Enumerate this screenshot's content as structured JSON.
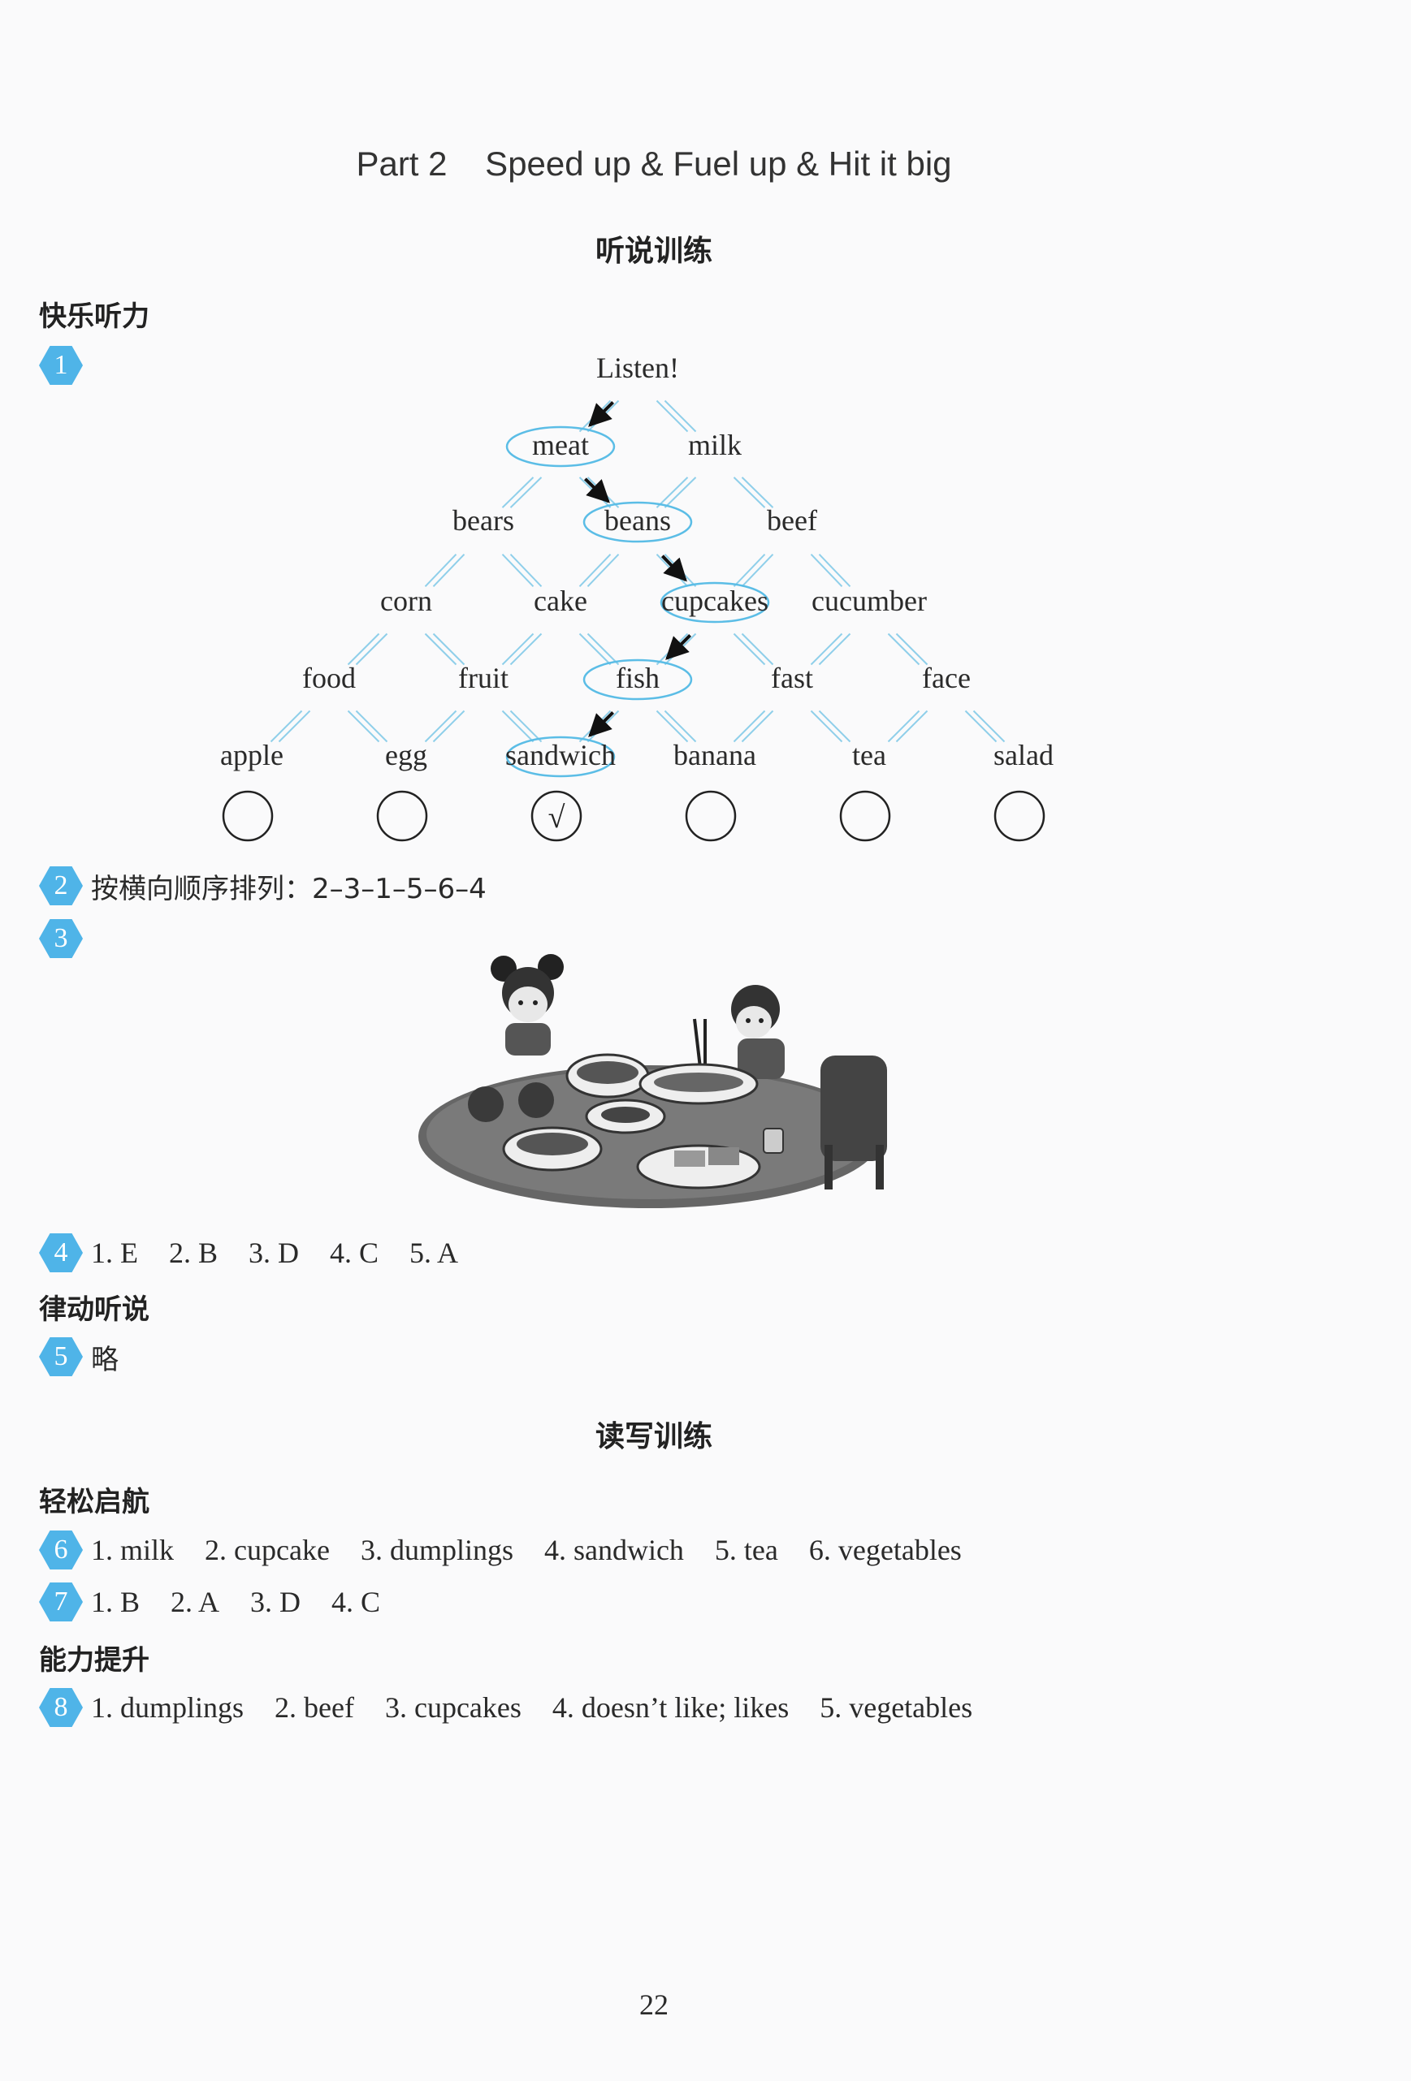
{
  "header": {
    "title": "Part 2    Speed up & Fuel up & Hit it big"
  },
  "listening": {
    "section_title": "听说训练",
    "subheading_happy": "快乐听力",
    "q1_num": "1",
    "q1_pyramid": {
      "start": "Listen!",
      "rows": [
        [
          "meat",
          "milk"
        ],
        [
          "bears",
          "beans",
          "beef"
        ],
        [
          "corn",
          "cake",
          "cupcakes",
          "cucumber"
        ],
        [
          "food",
          "fruit",
          "fish",
          "fast",
          "face"
        ],
        [
          "apple",
          "egg",
          "sandwich",
          "banana",
          "tea",
          "salad"
        ]
      ],
      "path": [
        "meat",
        "beans",
        "cupcakes",
        "fish",
        "sandwich"
      ],
      "check_mark": "√",
      "checked_index": 2
    },
    "q2": {
      "num": "2",
      "text": "按横向顺序排列：2–3–1–5–6–4"
    },
    "q3": {
      "num": "3"
    },
    "q4": {
      "num": "4",
      "answers": [
        "1. E",
        "2. B",
        "3. D",
        "4. C",
        "5. A"
      ]
    },
    "subheading_rhythm": "律动听说",
    "q5": {
      "num": "5",
      "text": "略"
    }
  },
  "reading": {
    "section_title": "读写训练",
    "subheading_easy": "轻松启航",
    "q6": {
      "num": "6",
      "answers": [
        "1. milk",
        "2. cupcake",
        "3. dumplings",
        "4. sandwich",
        "5. tea",
        "6. vegetables"
      ]
    },
    "q7": {
      "num": "7",
      "answers": [
        "1. B",
        "2. A",
        "3. D",
        "4. C"
      ]
    },
    "subheading_ability": "能力提升",
    "q8": {
      "num": "8",
      "answers": [
        "1. dumplings",
        "2. beef",
        "3. cupcakes",
        "4. doesn’t like; likes",
        "5. vegetables"
      ]
    }
  },
  "footer": {
    "page_number": "22"
  },
  "colors": {
    "accent": "#4fb4e8",
    "line": "#8fcfea"
  }
}
